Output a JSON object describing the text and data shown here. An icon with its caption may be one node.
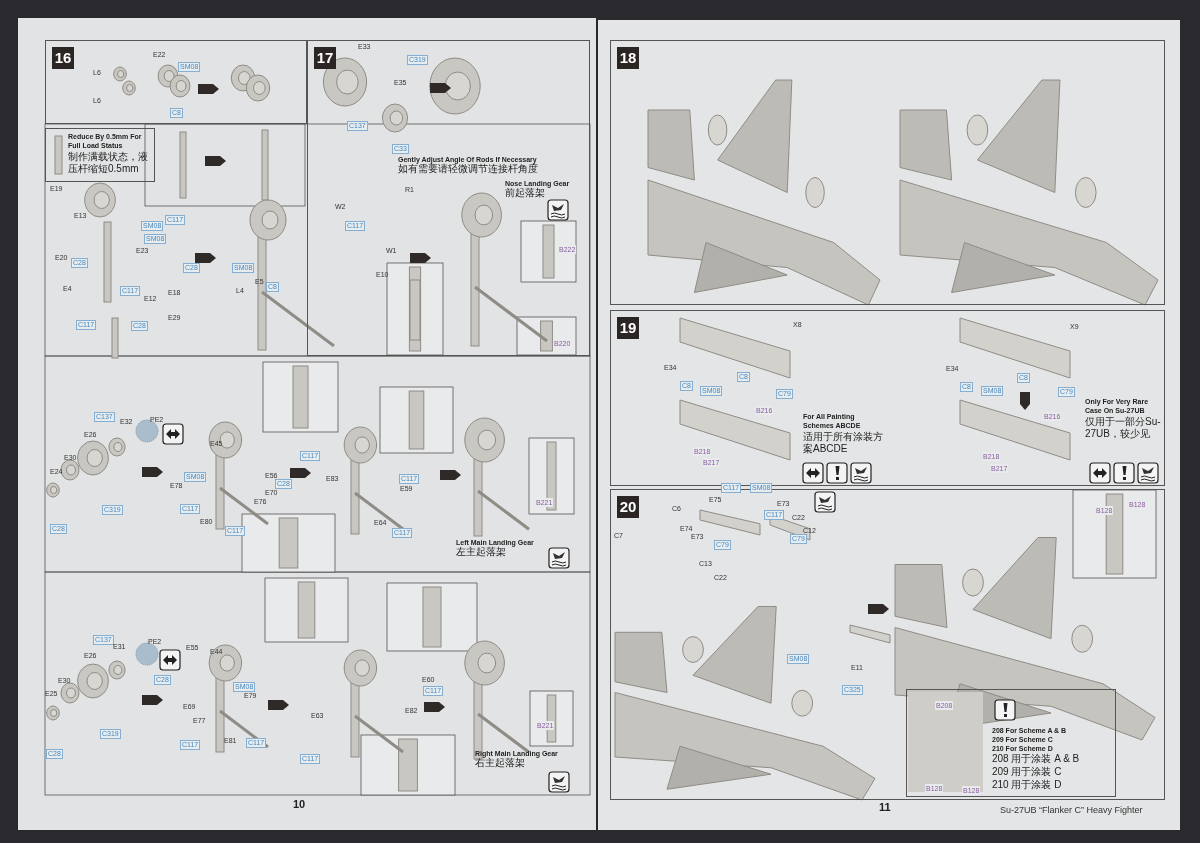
{
  "diagram": {
    "nodes": [
      {
        "text": [
          "16"
        ]
      },
      {
        "text": [
          "17"
        ]
      },
      {
        "text": [
          "Reduce By 0.5mm For Full Load Status",
          "制作满载状态，液压杆缩短0.5mm"
        ]
      },
      {
        "text": [
          "18"
        ]
      },
      {
        "text": [
          "19"
        ]
      },
      {
        "text": [
          "20"
        ]
      },
      {
        "text": [
          "208 For Scheme A & B",
          "209 For Scheme C",
          "210 For Scheme D",
          "208 用于涂装 A & B",
          "209 用于涂装 C",
          "210 用于涂装 D"
        ],
        "in": 5
      }
    ],
    "edges": [],
    "labels": [
      "L6",
      "E22",
      "SM08",
      "L6",
      "C8",
      "E19",
      "E13",
      "SM08",
      "C117",
      "SM08",
      "E23",
      "E20",
      "C28",
      "C28",
      "E4",
      "C117",
      "E12",
      "E18",
      "C117",
      "E29",
      "C28",
      "SM08",
      "E5",
      "C8",
      "L4",
      "E33",
      "C319",
      "E35",
      "C137",
      "C33",
      "Gently Adjust Angle Of Rods If Necessary",
      "如有需要请轻微调节连接杆角度",
      "R1",
      "W2",
      "C117",
      "W1",
      "E10",
      "Nose Landing Gear",
      "前起落架",
      "B222",
      "B220",
      "C137",
      "E32",
      "PE2",
      "E26",
      "E30",
      "E24",
      "C319",
      "C28",
      "E45",
      "SM08",
      "E56",
      "C28",
      "E78",
      "E70",
      "C117",
      "E76",
      "E80",
      "C117",
      "C117",
      "E83",
      "C117",
      "E59",
      "E64",
      "C117",
      "B221",
      "Left Main Landing Gear",
      "左主起落架",
      "C137",
      "E31",
      "PE2",
      "E26",
      "E30",
      "E25",
      "C319",
      "C28",
      "E55",
      "E44",
      "C28",
      "SM08",
      "E69",
      "E79",
      "E77",
      "E81",
      "C117",
      "C117",
      "E60",
      "C117",
      "E63",
      "E82",
      "C117",
      "B221",
      "Right Main Landing Gear",
      "右主起落架",
      "10",
      "X8",
      "E34",
      "C8",
      "C8",
      "SM08",
      "C79",
      "B216",
      "B218",
      "B217",
      "For All Painting Schemes ABCDE",
      "适用于所有涂装方案ABCDE",
      "X9",
      "E34",
      "C8",
      "C8",
      "SM08",
      "C79",
      "B216",
      "B218",
      "B217",
      "Only For Very Rare Case On Su-27UB",
      "仅用于一部分Su-27UB，较少见",
      "C117",
      "SM08",
      "E75",
      "E73",
      "C117",
      "C6",
      "C22",
      "C12",
      "C7",
      "E74",
      "E73",
      "C79",
      "C79",
      "C13",
      "C22",
      "SM08",
      "E11",
      "C325",
      "B128",
      "B128",
      "B208",
      "B128",
      "B128",
      "11",
      "Su-27UB “Flanker C” Heavy Fighter"
    ]
  }
}
